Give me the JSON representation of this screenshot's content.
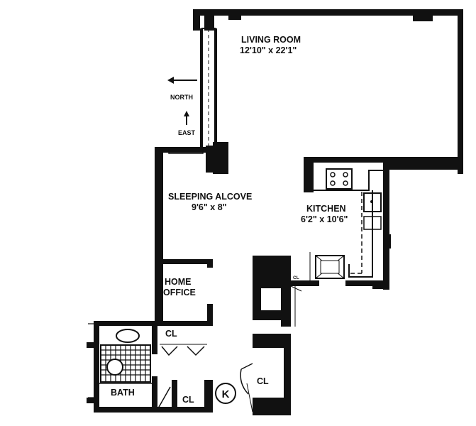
{
  "rooms": {
    "living_room": {
      "name": "LIVING ROOM",
      "dims": "12'10\" x 22'1\""
    },
    "sleeping_alcove": {
      "name": "SLEEPING ALCOVE",
      "dims": "9'6\" x 8\""
    },
    "kitchen": {
      "name": "KITCHEN",
      "dims": "6'2\" x 10'6\""
    },
    "home_office": {
      "name": "HOME",
      "name2": "OFFICE"
    },
    "bath": {
      "name": "BATH"
    },
    "closet_1": {
      "name": "CL"
    },
    "closet_2": {
      "name": "CL"
    },
    "closet_3": {
      "name": "CL"
    },
    "closet_small": {
      "name": "CL"
    }
  },
  "compass": {
    "north": "NORTH",
    "east": "EAST"
  },
  "kitchen_marker": {
    "label": "K"
  }
}
